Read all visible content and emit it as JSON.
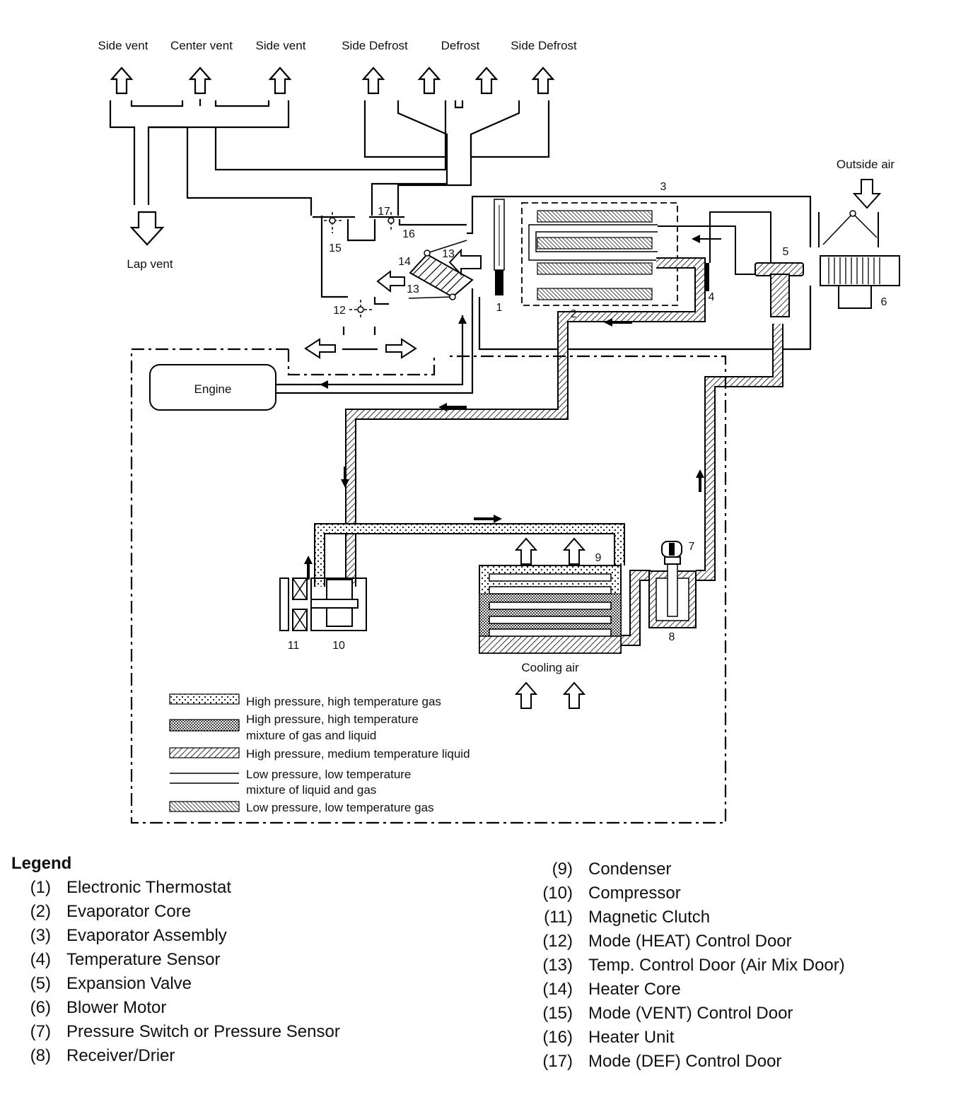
{
  "outlets": {
    "side_vent_left": "Side vent",
    "center_vent": "Center vent",
    "side_vent_right": "Side vent",
    "side_defrost_left": "Side Defrost",
    "defrost": "Defrost",
    "side_defrost_right": "Side Defrost",
    "lap_vent": "Lap vent",
    "outside_air": "Outside air",
    "cooling_air": "Cooling air",
    "engine": "Engine"
  },
  "callouts": [
    "1",
    "2",
    "3",
    "4",
    "5",
    "6",
    "7",
    "8",
    "9",
    "10",
    "11",
    "12",
    "13",
    "14",
    "15",
    "16",
    "17"
  ],
  "refrigerant_key": [
    {
      "label_line1": "High pressure, high temperature gas",
      "label_line2": ""
    },
    {
      "label_line1": "High pressure, high temperature",
      "label_line2": "mixture of gas and liquid"
    },
    {
      "label_line1": "High pressure, medium temperature liquid",
      "label_line2": ""
    },
    {
      "label_line1": "Low pressure, low temperature",
      "label_line2": "mixture of liquid and gas"
    },
    {
      "label_line1": "Low pressure, low temperature gas",
      "label_line2": ""
    }
  ],
  "legend": {
    "title": "Legend",
    "items": [
      {
        "num": "(1)",
        "text": "Electronic Thermostat"
      },
      {
        "num": "(2)",
        "text": "Evaporator Core"
      },
      {
        "num": "(3)",
        "text": "Evaporator Assembly"
      },
      {
        "num": "(4)",
        "text": "Temperature Sensor"
      },
      {
        "num": "(5)",
        "text": "Expansion Valve"
      },
      {
        "num": "(6)",
        "text": "Blower Motor"
      },
      {
        "num": "(7)",
        "text": "Pressure Switch or Pressure Sensor"
      },
      {
        "num": "(8)",
        "text": "Receiver/Drier"
      },
      {
        "num": "(9)",
        "text": "Condenser"
      },
      {
        "num": "(10)",
        "text": "Compressor"
      },
      {
        "num": "(11)",
        "text": "Magnetic Clutch"
      },
      {
        "num": "(12)",
        "text": "Mode (HEAT) Control Door"
      },
      {
        "num": "(13)",
        "text": "Temp. Control Door (Air Mix Door)"
      },
      {
        "num": "(14)",
        "text": "Heater Core"
      },
      {
        "num": "(15)",
        "text": "Mode (VENT) Control Door"
      },
      {
        "num": "(16)",
        "text": "Heater Unit"
      },
      {
        "num": "(17)",
        "text": "Mode (DEF) Control Door"
      }
    ]
  }
}
